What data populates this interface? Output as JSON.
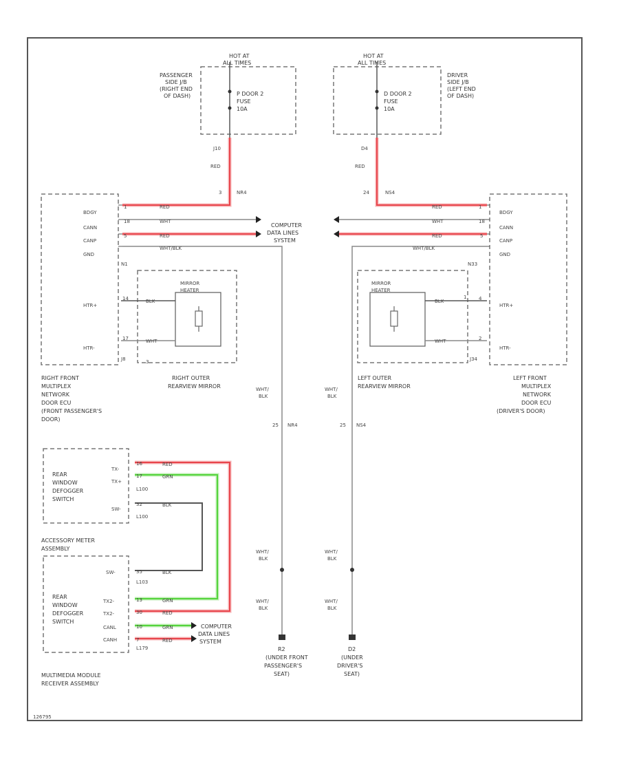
{
  "colors": {
    "red": "#e8454c",
    "red_halo": "#f7b3b5",
    "grn": "#54d43c",
    "grn_halo": "#bfeeb4",
    "blk": "#555555",
    "wire": "#888888"
  },
  "hot_label": "HOT AT ALL TIMES",
  "left_jb": {
    "title": "PASSENGER SIDE J/B (RIGHT END OF DASH)",
    "fuse": "P DOOR 2 FUSE 10A",
    "pin_top": "J10",
    "wire": "RED",
    "pin_bot": "3",
    "conn": "NR4"
  },
  "right_jb": {
    "title": "DRIVER SIDE J/B (LEFT END OF DASH)",
    "fuse": "D DOOR 2 FUSE 10A",
    "pin_top": "D4",
    "wire": "RED",
    "pin_bot": "24",
    "conn": "NS4"
  },
  "left_ecu": {
    "pins": [
      {
        "name": "BDGY",
        "pin": "1",
        "wire": "RED"
      },
      {
        "name": "CANN",
        "pin": "18",
        "wire": "WHT"
      },
      {
        "name": "CANP",
        "pin": "5",
        "wire": "RED"
      },
      {
        "name": "GND",
        "pin": "",
        "wire": "WHT/BLK"
      }
    ],
    "conn": "N1",
    "mirror_pins": [
      {
        "name": "HTR+",
        "pin": "14"
      },
      {
        "name": "HTR-",
        "pin": "17"
      }
    ],
    "bottom_conn": "J8",
    "title": "RIGHT FRONT MULTIPLEX NETWORK DOOR ECU (FRONT PASSENGER'S DOOR)"
  },
  "right_ecu": {
    "pins": [
      {
        "name": "BDGY",
        "pin": "1",
        "wire": "RED"
      },
      {
        "name": "CANN",
        "pin": "18",
        "wire": "WHT"
      },
      {
        "name": "CANP",
        "pin": "5",
        "wire": "RED"
      },
      {
        "name": "GND",
        "pin": "",
        "wire": "WHT/BLK"
      }
    ],
    "conn": "N33",
    "mirror_pins": [
      {
        "name": "HTR+",
        "pin": "4"
      },
      {
        "name": "HTR-",
        "pin": "2"
      }
    ],
    "bottom_conn": "J34",
    "title": "LEFT FRONT MULTIPLEX NETWORK DOOR ECU (DRIVER'S DOOR)"
  },
  "cdl": "COMPUTER DATA LINES SYSTEM",
  "right_mirror": {
    "label": "MIRROR HEATER",
    "wire_top": "BLK",
    "wire_bot": "WHT",
    "conn": "3",
    "title": "RIGHT OUTER REARVIEW MIRROR"
  },
  "left_mirror": {
    "label": "MIRROR HEATER",
    "wire_top": "BLK",
    "wire_bot": "WHT",
    "conn": "1",
    "title": "LEFT OUTER REARVIEW MIRROR"
  },
  "ground_l": {
    "wire": "WHT/ BLK",
    "pin": "25",
    "conn": "NR4",
    "wire2": "WHT/ BLK",
    "wire3": "WHT/ BLK",
    "name": "R2",
    "loc": "(UNDER FRONT PASSENGER'S SEAT)"
  },
  "ground_r": {
    "wire": "WHT/ BLK",
    "pin": "25",
    "conn": "NS4",
    "wire2": "WHT/ BLK",
    "wire3": "WHT/ BLK",
    "name": "D2",
    "loc": "(UNDER DRIVER'S SEAT)"
  },
  "meter": {
    "switch_label": "REAR WINDOW DEFOGGER SWITCH",
    "pins": [
      {
        "name": "TX-",
        "pin": "16",
        "wire": "RED"
      },
      {
        "name": "TX+",
        "pin": "17",
        "wire": "GRN"
      },
      {
        "name": "SW-",
        "pin": "32",
        "wire": "BLK"
      }
    ],
    "conn_a": "L100",
    "conn_b": "L100",
    "title": "ACCESSORY METER ASSEMBLY"
  },
  "multimedia": {
    "switch_label": "REAR WINDOW DEFOGGER SWITCH",
    "pins": [
      {
        "name": "SW-",
        "pin": "35",
        "wire": "BLK"
      },
      {
        "name": "TX2-",
        "pin": "13",
        "wire": "GRN"
      },
      {
        "name": "TX2-",
        "pin": "30",
        "wire": "RED"
      },
      {
        "name": "CANL",
        "pin": "10",
        "wire": "GRN"
      },
      {
        "name": "CANH",
        "pin": "7",
        "wire": "RED"
      }
    ],
    "conn_a": "L103",
    "conn_b": "L179",
    "title": "MULTIMEDIA MODULE RECEIVER ASSEMBLY"
  },
  "footer": "126795"
}
